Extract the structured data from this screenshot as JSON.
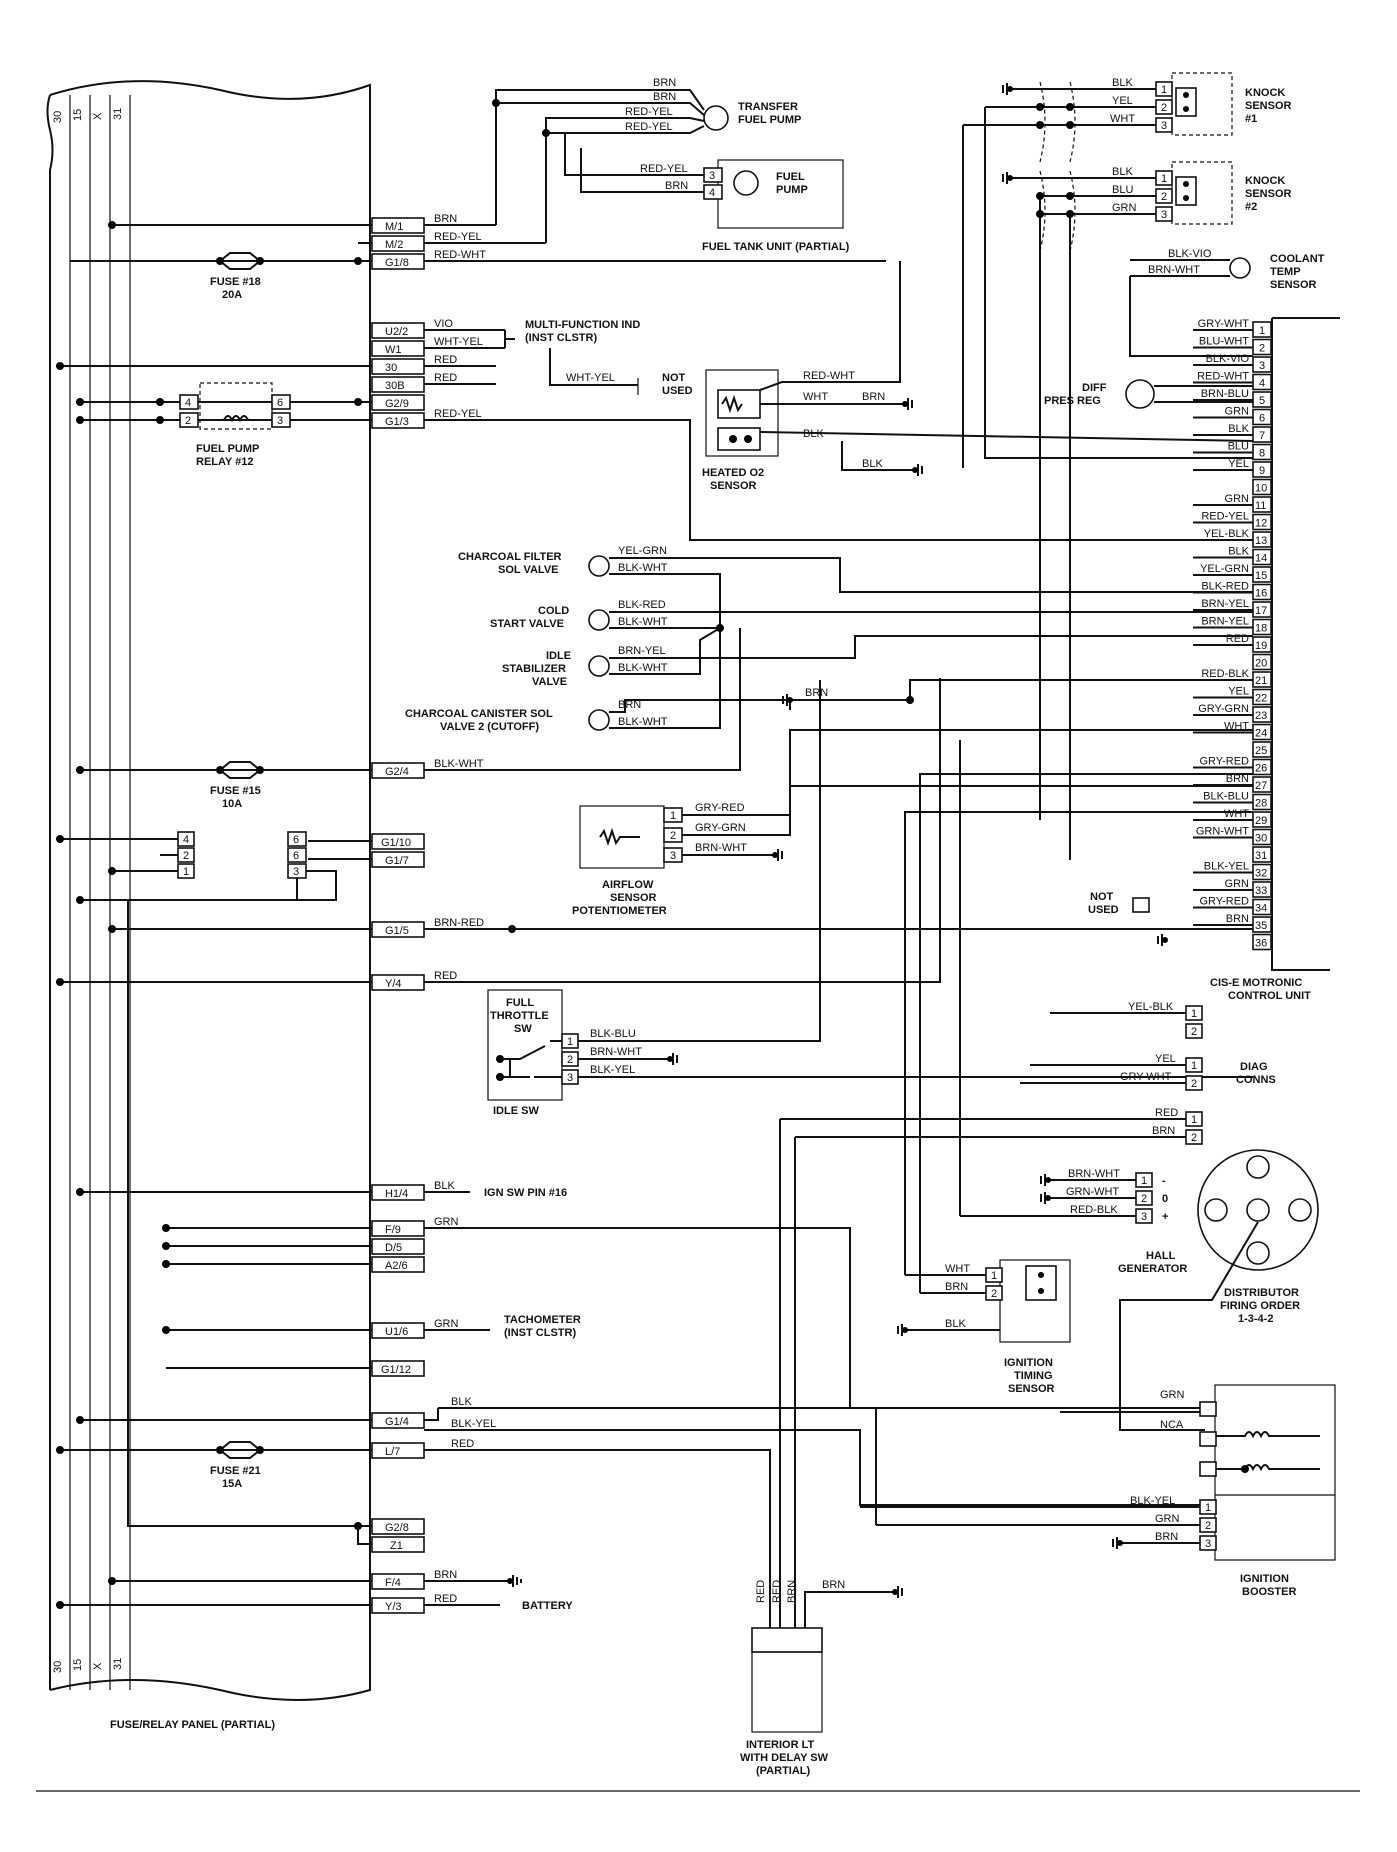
{
  "panel": {
    "caption": "FUSE/RELAY PANEL (PARTIAL)",
    "bus_labels": [
      "30",
      "15",
      "X",
      "31"
    ],
    "fuses": [
      {
        "name": "FUSE #18",
        "rating": "20A"
      },
      {
        "name": "FUSE #15",
        "rating": "10A"
      },
      {
        "name": "FUSE #21",
        "rating": "15A"
      }
    ],
    "relay": {
      "name": "FUEL PUMP",
      "sub": "RELAY #12",
      "pins": [
        "4",
        "2",
        "6",
        "3"
      ]
    },
    "small_connector_pins": [
      "4",
      "2",
      "1",
      "6",
      "6",
      "3"
    ],
    "terminals": [
      {
        "label": "M/1",
        "wire": "BRN"
      },
      {
        "label": "M/2",
        "wire": "RED-YEL"
      },
      {
        "label": "G1/8",
        "wire": "RED-WHT"
      },
      {
        "label": "U2/2",
        "wire": "VIO"
      },
      {
        "label": "W1",
        "wire": "WHT-YEL"
      },
      {
        "label": "30",
        "wire": "RED"
      },
      {
        "label": "30B",
        "wire": "RED"
      },
      {
        "label": "G2/9",
        "wire": ""
      },
      {
        "label": "G1/3",
        "wire": "RED-YEL"
      },
      {
        "label": "G2/4",
        "wire": "BLK-WHT"
      },
      {
        "label": "G1/10",
        "wire": ""
      },
      {
        "label": "G1/7",
        "wire": ""
      },
      {
        "label": "G1/5",
        "wire": "BRN-RED"
      },
      {
        "label": "Y/4",
        "wire": "RED"
      },
      {
        "label": "H1/4",
        "wire": "BLK"
      },
      {
        "label": "F/9",
        "wire": "GRN"
      },
      {
        "label": "D/5",
        "wire": ""
      },
      {
        "label": "A2/6",
        "wire": ""
      },
      {
        "label": "U1/6",
        "wire": "GRN"
      },
      {
        "label": "G1/12",
        "wire": ""
      },
      {
        "label": "G1/4",
        "wire": "BLK"
      },
      {
        "label": "",
        "wire": "BLK-YEL"
      },
      {
        "label": "L/7",
        "wire": "RED"
      },
      {
        "label": "G2/8",
        "wire": ""
      },
      {
        "label": "Z1",
        "wire": ""
      },
      {
        "label": "F/4",
        "wire": "BRN"
      },
      {
        "label": "Y/3",
        "wire": "RED"
      }
    ],
    "destinations": {
      "multi_function": "MULTI-FUNCTION IND",
      "multi_function_sub": "(INST CLSTR)",
      "ign_sw": "IGN SW PIN #16",
      "tachometer": "TACHOMETER",
      "tachometer_sub": "(INST CLSTR)",
      "battery": "BATTERY"
    }
  },
  "pumps": {
    "transfer_label": "TRANSFER",
    "transfer_sub": "FUEL PUMP",
    "transfer_wires": [
      "BRN",
      "BRN",
      "RED-YEL",
      "RED-YEL"
    ],
    "fuel_pump_label": "FUEL",
    "fuel_pump_sub": "PUMP",
    "fuel_pump_wires": [
      "RED-YEL",
      "BRN"
    ],
    "fuel_pump_pins": [
      "3",
      "4"
    ],
    "tank_caption": "FUEL TANK UNIT (PARTIAL)"
  },
  "not_used": {
    "wire": "WHT-YEL",
    "text1": "NOT",
    "text2": "USED"
  },
  "o2": {
    "label1": "HEATED O2",
    "label2": "SENSOR",
    "wires": [
      "RED-WHT",
      "WHT",
      "BRN",
      "BLK",
      "BLK"
    ]
  },
  "valves": [
    {
      "line1": "CHARCOAL FILTER",
      "line2": "SOL VALVE",
      "wires": [
        "YEL-GRN",
        "BLK-WHT"
      ]
    },
    {
      "line1": "COLD",
      "line2": "START VALVE",
      "wires": [
        "BLK-RED",
        "BLK-WHT"
      ]
    },
    {
      "line1": "IDLE",
      "line2": "STABILIZER",
      "line3": "VALVE",
      "wires": [
        "BRN-YEL",
        "BLK-WHT"
      ]
    },
    {
      "line1": "CHARCOAL CANISTER SOL",
      "line2": "VALVE 2 (CUTOFF)",
      "wires": [
        "BRN",
        "BLK-WHT"
      ]
    }
  ],
  "valve_ground_wire": "BRN",
  "airflow": {
    "line1": "AIRFLOW",
    "line2": "SENSOR",
    "line3": "POTENTIOMETER",
    "pins": [
      "1",
      "2",
      "3"
    ],
    "wires": [
      "GRY-RED",
      "GRY-GRN",
      "BRN-WHT"
    ]
  },
  "throttle": {
    "full_line1": "FULL",
    "full_line2": "THROTTLE",
    "full_line3": "SW",
    "idle": "IDLE SW",
    "pins": [
      "1",
      "2",
      "3"
    ],
    "wires": [
      "BLK-BLU",
      "BRN-WHT",
      "BLK-YEL"
    ]
  },
  "knock": [
    {
      "line1": "KNOCK",
      "line2": "SENSOR",
      "line3": "#1",
      "wires": [
        "BLK",
        "YEL",
        "WHT"
      ],
      "pins": [
        "1",
        "2",
        "3"
      ]
    },
    {
      "line1": "KNOCK",
      "line2": "SENSOR",
      "line3": "#2",
      "wires": [
        "BLK",
        "BLU",
        "GRN"
      ],
      "pins": [
        "1",
        "2",
        "3"
      ]
    }
  ],
  "coolant": {
    "line1": "COOLANT",
    "line2": "TEMP",
    "line3": "SENSOR",
    "wires": [
      "BLK-VIO",
      "BRN-WHT"
    ]
  },
  "diff": {
    "line1": "DIFF",
    "line2": "PRES REG"
  },
  "ecu": {
    "title1": "CIS-E MOTRONIC",
    "title2": "CONTROL UNIT",
    "not_used1": "NOT",
    "not_used2": "USED",
    "pins": [
      {
        "pin": "1",
        "wire": "GRY-WHT"
      },
      {
        "pin": "2",
        "wire": "BLU-WHT"
      },
      {
        "pin": "3",
        "wire": "BLK-VIO"
      },
      {
        "pin": "4",
        "wire": "RED-WHT"
      },
      {
        "pin": "5",
        "wire": "BRN-BLU"
      },
      {
        "pin": "6",
        "wire": "GRN"
      },
      {
        "pin": "7",
        "wire": "BLK"
      },
      {
        "pin": "8",
        "wire": "BLU"
      },
      {
        "pin": "9",
        "wire": "YEL"
      },
      {
        "pin": "10",
        "wire": ""
      },
      {
        "pin": "11",
        "wire": "GRN"
      },
      {
        "pin": "12",
        "wire": "RED-YEL"
      },
      {
        "pin": "13",
        "wire": "YEL-BLK"
      },
      {
        "pin": "14",
        "wire": "BLK"
      },
      {
        "pin": "15",
        "wire": "YEL-GRN"
      },
      {
        "pin": "16",
        "wire": "BLK-RED"
      },
      {
        "pin": "17",
        "wire": "BRN-YEL"
      },
      {
        "pin": "18",
        "wire": "BRN-YEL"
      },
      {
        "pin": "19",
        "wire": "RED"
      },
      {
        "pin": "20",
        "wire": ""
      },
      {
        "pin": "21",
        "wire": "RED-BLK"
      },
      {
        "pin": "22",
        "wire": "YEL"
      },
      {
        "pin": "23",
        "wire": "GRY-GRN"
      },
      {
        "pin": "24",
        "wire": "WHT"
      },
      {
        "pin": "25",
        "wire": ""
      },
      {
        "pin": "26",
        "wire": "GRY-RED"
      },
      {
        "pin": "27",
        "wire": "BRN"
      },
      {
        "pin": "28",
        "wire": "BLK-BLU"
      },
      {
        "pin": "29",
        "wire": "WHT"
      },
      {
        "pin": "30",
        "wire": "GRN-WHT"
      },
      {
        "pin": "31",
        "wire": ""
      },
      {
        "pin": "32",
        "wire": "BLK-YEL"
      },
      {
        "pin": "33",
        "wire": "GRN"
      },
      {
        "pin": "34",
        "wire": "GRY-RED"
      },
      {
        "pin": "35",
        "wire": "BRN"
      },
      {
        "pin": "36",
        "wire": ""
      }
    ]
  },
  "diag": {
    "line1": "DIAG",
    "line2": "CONNS",
    "conn_a": [
      {
        "pin": "1",
        "wire": "YEL-BLK"
      },
      {
        "pin": "2",
        "wire": ""
      }
    ],
    "conn_b": [
      {
        "pin": "1",
        "wire": "YEL"
      },
      {
        "pin": "2",
        "wire": "GRY-WHT"
      }
    ],
    "conn_c": [
      {
        "pin": "1",
        "wire": "RED"
      },
      {
        "pin": "2",
        "wire": "BRN"
      }
    ]
  },
  "hall": {
    "line1": "HALL",
    "line2": "GENERATOR",
    "wires": [
      "BRN-WHT",
      "GRN-WHT",
      "RED-BLK"
    ],
    "pins": [
      "1",
      "2",
      "3"
    ],
    "signs": [
      "-",
      "0",
      "+"
    ]
  },
  "distributor": {
    "line1": "DISTRIBUTOR",
    "line2": "FIRING ORDER",
    "line3": "1-3-4-2"
  },
  "timing": {
    "line1": "IGNITION",
    "line2": "TIMING",
    "line3": "SENSOR",
    "wires": [
      "WHT",
      "BRN",
      "BLK"
    ],
    "pins": [
      "1",
      "2"
    ]
  },
  "booster": {
    "line1": "IGNITION",
    "line2": "BOOSTER",
    "top_wires": [
      "GRN",
      "NCA"
    ],
    "wires": [
      "BLK-YEL",
      "GRN",
      "BRN"
    ],
    "pins": [
      "1",
      "2",
      "3"
    ]
  },
  "interior": {
    "line1": "INTERIOR LT",
    "line2": "WITH DELAY SW",
    "line3": "(PARTIAL)",
    "wires": [
      "RED",
      "RED",
      "BRN",
      "BRN"
    ]
  }
}
